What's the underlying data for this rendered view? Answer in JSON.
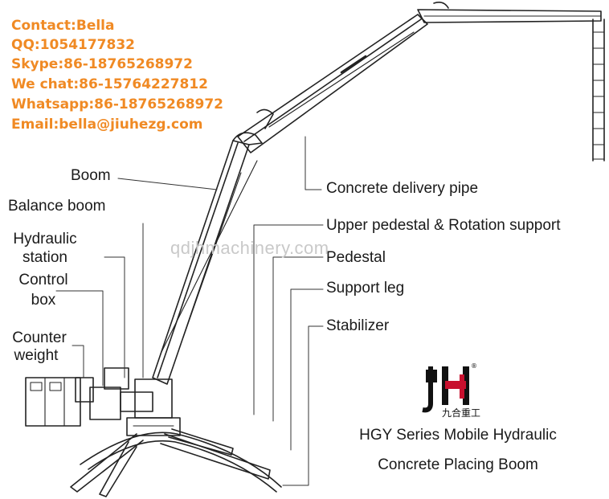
{
  "contact": {
    "name": "Contact:Bella",
    "qq": "QQ:1054177832",
    "skype": "Skype:86-18765268972",
    "wechat": "We chat:86-15764227812",
    "whatsapp": "Whatsapp:86-18765268972",
    "email": "Email:bella@jiuhezg.com"
  },
  "labels": {
    "boom": "Boom",
    "balance_boom": "Balance boom",
    "hydraulic_1": "Hydraulic",
    "hydraulic_2": "station",
    "control_1": "Control",
    "control_2": "box",
    "counter_1": "Counter",
    "counter_2": "weight",
    "pipe": "Concrete delivery pipe",
    "upper_pedestal": "Upper pedestal & Rotation support",
    "pedestal": "Pedestal",
    "support_leg": "Support leg",
    "stabilizer": "Stabilizer"
  },
  "watermark": "qdjhmachinery.com",
  "logo": {
    "text": "九合重工",
    "mark": "®"
  },
  "caption": {
    "line1": "HGY Series Mobile Hydraulic",
    "line2": "Concrete Placing Boom"
  },
  "colors": {
    "contact": "#f08a24",
    "ink": "#1a1a1a",
    "watermark": "#c9c9c9"
  }
}
